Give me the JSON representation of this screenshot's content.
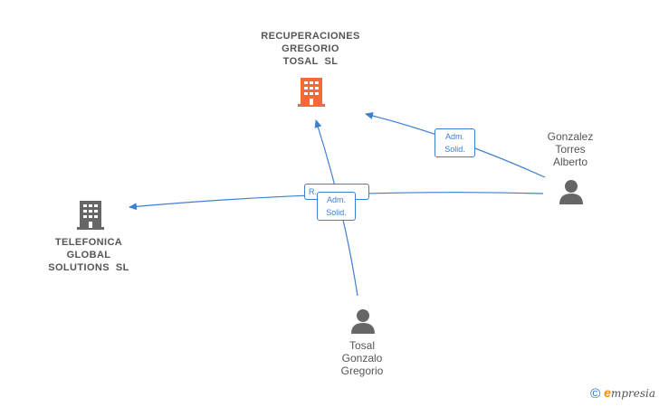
{
  "nodes": {
    "recuperaciones": {
      "label_lines": [
        "RECUPERACIONES",
        "GREGORIO",
        "TOSAL  SL"
      ],
      "icon": "building-icon",
      "color": "#f26a35"
    },
    "telefonica": {
      "label_lines": [
        "TELEFONICA",
        "GLOBAL",
        "SOLUTIONS  SL"
      ],
      "icon": "building-icon",
      "color": "#666666"
    },
    "gonzalez": {
      "label_lines": [
        "Gonzalez",
        "Torres",
        "Alberto"
      ],
      "icon": "person-icon",
      "color": "#666666"
    },
    "tosal": {
      "label_lines": [
        "Tosal",
        "Gonzalo",
        "Gregorio"
      ],
      "icon": "person-icon",
      "color": "#666666"
    }
  },
  "edges": {
    "gonzalez_recuperaciones": {
      "label_lines": [
        "Adm.",
        "Solid."
      ]
    },
    "gonzalez_telefonica": {
      "label_lines": [
        "R..."
      ]
    },
    "tosal_recuperaciones": {
      "label_lines": [
        "Adm.",
        "Solid."
      ]
    }
  },
  "edge_color": "#3d7fd1",
  "footer": {
    "copyright": "©",
    "brand_e": "e",
    "brand_rest": "mpresia"
  }
}
